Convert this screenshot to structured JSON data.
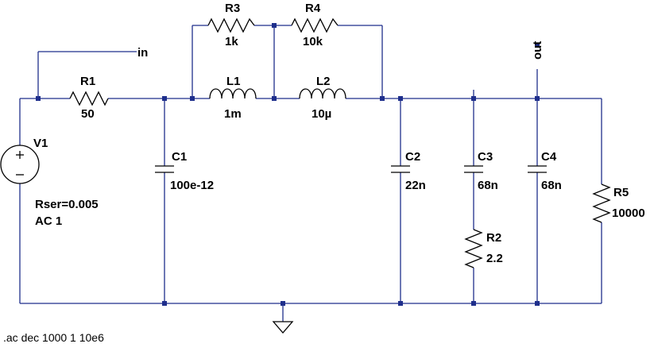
{
  "schematic": {
    "colors": {
      "wire": "#1f2f8c",
      "component": "#000000",
      "background": "#ffffff"
    },
    "labels": {
      "net_in": "in",
      "net_out": "out",
      "r1": {
        "name": "R1",
        "value": "50"
      },
      "r2": {
        "name": "R2",
        "value": "2.2"
      },
      "r3": {
        "name": "R3",
        "value": "1k"
      },
      "r4": {
        "name": "R4",
        "value": "10k"
      },
      "r5": {
        "name": "R5",
        "value": "10000"
      },
      "l1": {
        "name": "L1",
        "value": "1m"
      },
      "l2": {
        "name": "L2",
        "value": "10µ"
      },
      "c1": {
        "name": "C1",
        "value": "100e-12"
      },
      "c2": {
        "name": "C2",
        "value": "22n"
      },
      "c3": {
        "name": "C3",
        "value": "68n"
      },
      "c4": {
        "name": "C4",
        "value": "68n"
      },
      "v1": {
        "name": "V1",
        "param1": "Rser=0.005",
        "param2": "AC 1"
      }
    },
    "directive": ".ac dec 1000 1 10e6",
    "icons": [
      "voltage-source-icon",
      "ground-icon",
      "resistor-icon",
      "inductor-icon",
      "capacitor-icon"
    ]
  }
}
